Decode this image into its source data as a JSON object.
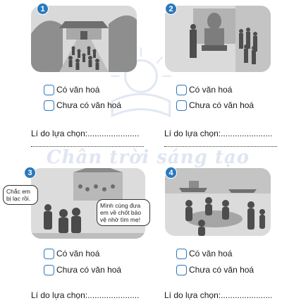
{
  "watermark": "Chân trời sáng tạo",
  "option_cultured": "Có văn hoá",
  "option_uncultured": "Chưa có văn hoá",
  "reason_label": "Lí do lựa chọn:",
  "reason_dots": "......................",
  "scenes": [
    {
      "number": "1",
      "icon": "temple-courtyard-scene"
    },
    {
      "number": "2",
      "icon": "museum-statue-scene"
    },
    {
      "number": "3",
      "icon": "lost-child-scene"
    },
    {
      "number": "4",
      "icon": "family-meal-scene"
    }
  ],
  "bubble_lost": "Chắc em bị lạc rồi.",
  "bubble_help": "Mình cùng đưa em về chốt bảo vệ nhờ tìm mẹ!",
  "colors": {
    "accent": "#2a79bd",
    "panel_bg": "#d7d7d7"
  }
}
